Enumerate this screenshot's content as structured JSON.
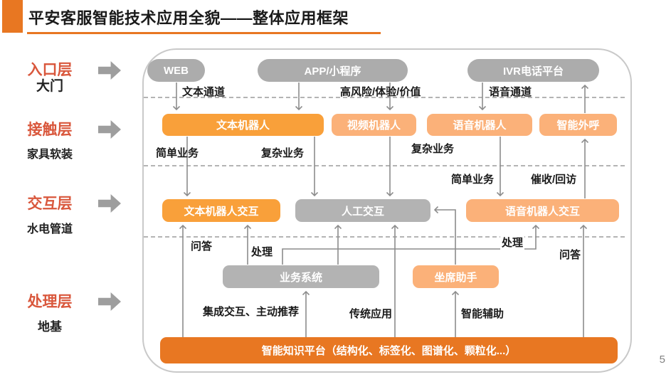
{
  "slide": {
    "title": "平安客服智能技术应用全貌——整体应用框架",
    "page_number": "5"
  },
  "layers": [
    {
      "name": "入口层",
      "analogy": "大门"
    },
    {
      "name": "接触层",
      "analogy": "家具软装"
    },
    {
      "name": "交互层",
      "analogy": "水电管道"
    },
    {
      "name": "处理层",
      "analogy": "地基"
    }
  ],
  "nodes": {
    "web": "WEB",
    "app": "APP/小程序",
    "ivr": "IVR电话平台",
    "text_robot": "文本机器人",
    "video_robot": "视频机器人",
    "voice_robot": "语音机器人",
    "smart_outbound": "智能外呼",
    "text_robot_interaction": "文本机器人交互",
    "manual_interaction": "人工交互",
    "voice_robot_interaction": "语音机器人交互",
    "business_system": "业务系统",
    "agent_assistant": "坐席助手",
    "knowledge_platform": "智能知识平台（结构化、标签化、图谱化、颗粒化...）"
  },
  "edge_labels": {
    "text_channel": "文本通道",
    "high_risk_value": "高风险/体验/价值",
    "voice_channel": "语音通道",
    "simple_biz_left": "简单业务",
    "complex_biz_left": "复杂业务",
    "complex_biz_right": "复杂业务",
    "simple_biz_right": "简单业务",
    "collection_callback": "催收/回访",
    "qa_left": "问答",
    "process_left": "处理",
    "process_right": "处理",
    "qa_right": "问答",
    "integrated_push": "集成交互、主动推荐",
    "traditional_app": "传统应用",
    "smart_assist": "智能辅助"
  },
  "colors": {
    "brand_orange": "#E87722",
    "bright_orange": "#F9A03A",
    "light_orange": "#FBB179",
    "gray_box": "#B3B3B3",
    "gray_pill": "#ACACAC",
    "layer_label_red": "#D9573C",
    "wire_gray": "#8C8C8C"
  }
}
